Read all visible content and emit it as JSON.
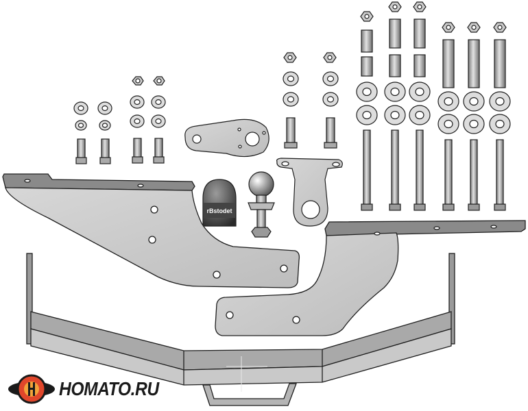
{
  "brand": {
    "name": "HOMATO.RU",
    "text_color": "#1a1a1a",
    "accent": "#e0462b",
    "accent_light": "#f4a23a"
  },
  "illustration": {
    "subject": "tow-hitch-kit-exploded-view",
    "ball_cover_label": "rBstodet",
    "metal_color": "#c9c9c9",
    "shadow_color": "#8a8a8a",
    "outline_color": "#1e1e1e"
  }
}
